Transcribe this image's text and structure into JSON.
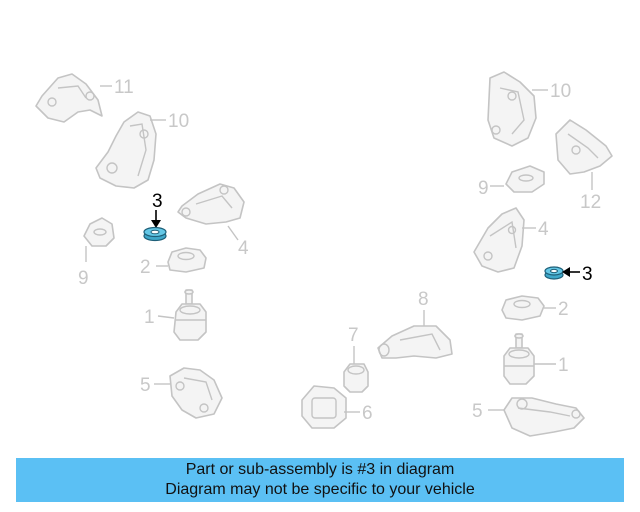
{
  "diagram": {
    "colors": {
      "highlight_part": "#63c7e6",
      "banner_background": "#5bc0f4",
      "faded_line": "#c4c4c4",
      "highlight_label": "#000000"
    },
    "left_labels": {
      "p11": "11",
      "p10": "10",
      "p3": "3",
      "p4": "4",
      "p9": "9",
      "p2": "2",
      "p1": "1",
      "p5": "5"
    },
    "center_labels": {
      "p8": "8",
      "p7": "7",
      "p6": "6"
    },
    "right_labels": {
      "p10": "10",
      "p9": "9",
      "p12": "12",
      "p4": "4",
      "p3": "3",
      "p2": "2",
      "p1": "1",
      "p5": "5"
    }
  },
  "banner": {
    "line1": "Part or sub-assembly is #3 in diagram",
    "line2": "Diagram may not be specific to your vehicle"
  }
}
